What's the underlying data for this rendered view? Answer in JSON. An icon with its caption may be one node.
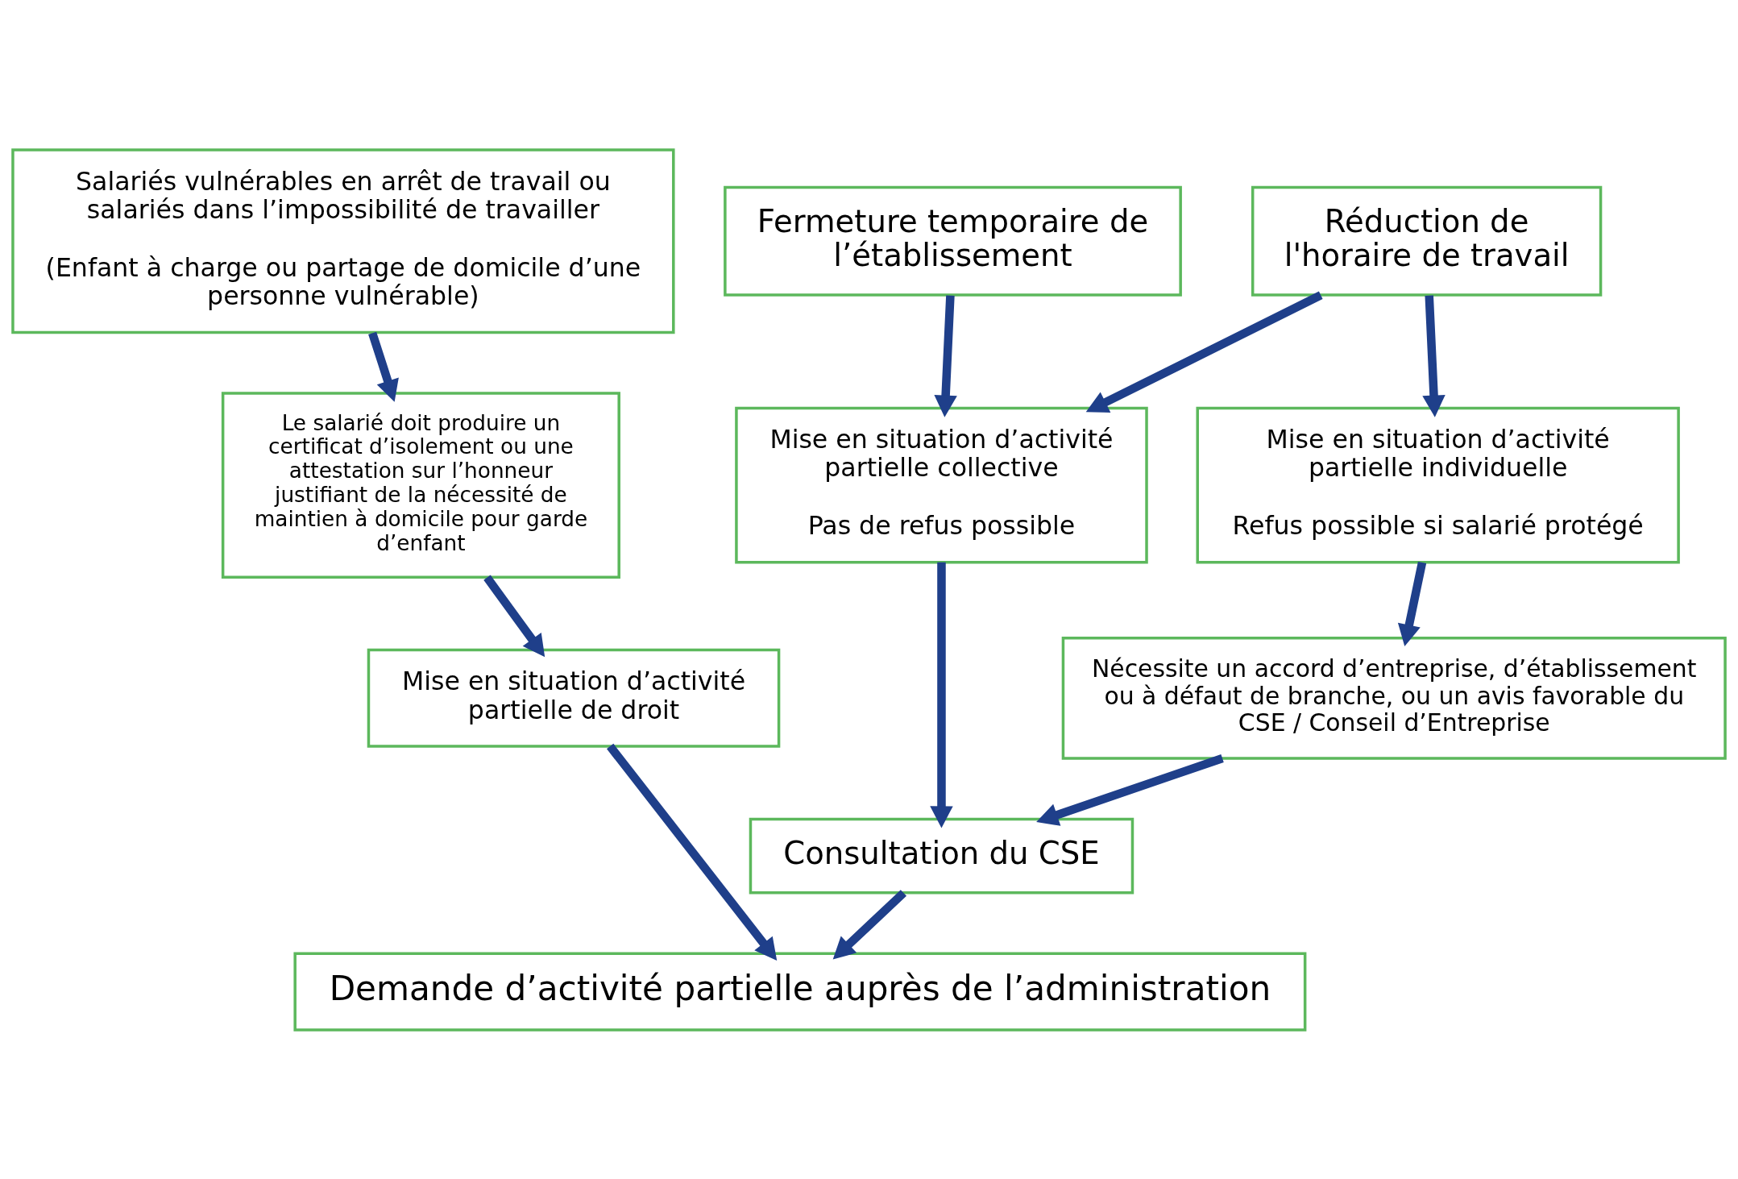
{
  "diagram": {
    "nodes": [
      {
        "text": [
          "Fermeture temporaire de l’établissement"
        ]
      },
      {
        "text": [
          "Réduction de l'horaire de travail"
        ]
      },
      {
        "text": [
          "Salariés vulnérables en arrêt de travail ou salariés dans l’impossibilité de travailler",
          "(Enfant à charge ou partage de domicile d’une personne vulnérable)"
        ]
      },
      {
        "text": [
          "Mise en situation d’activité partielle collective",
          "Pas de refus possible"
        ]
      },
      {
        "text": [
          "Mise en situation d’activité partielle individuelle",
          "Refus possible si salarié protégé"
        ]
      },
      {
        "text": [
          "Le salarié doit produire un certificat d’isolement ou une attestation sur l’honneur justifiant de la nécessité de maintien à domicile pour garde d’enfant"
        ]
      },
      {
        "text": [
          "Nécessite un accord d’entreprise, d’établissement ou à défaut de branche, ou un avis favorable du CSE / Conseil d’Entreprise"
        ]
      },
      {
        "text": [
          "Mise en situation d’activité partielle de droit"
        ]
      },
      {
        "text": [
          "Consultation du CSE"
        ]
      },
      {
        "text": [
          "Demande d’activité partielle auprès de l’administration"
        ]
      }
    ],
    "edges": [
      {
        "from": 0,
        "to": 3,
        "arrow": "to"
      },
      {
        "from": 1,
        "to": 3,
        "arrow": "to"
      },
      {
        "from": 1,
        "to": 4,
        "arrow": "to"
      },
      {
        "from": 2,
        "to": 5,
        "arrow": "to"
      },
      {
        "from": 3,
        "to": 8,
        "arrow": "to"
      },
      {
        "from": 4,
        "to": 6,
        "arrow": "to"
      },
      {
        "from": 6,
        "to": 8,
        "arrow": "to"
      },
      {
        "from": 5,
        "to": 7,
        "arrow": "to"
      },
      {
        "from": 8,
        "to": 9,
        "arrow": "to"
      },
      {
        "from": 7,
        "to": 9,
        "arrow": "to"
      }
    ]
  }
}
